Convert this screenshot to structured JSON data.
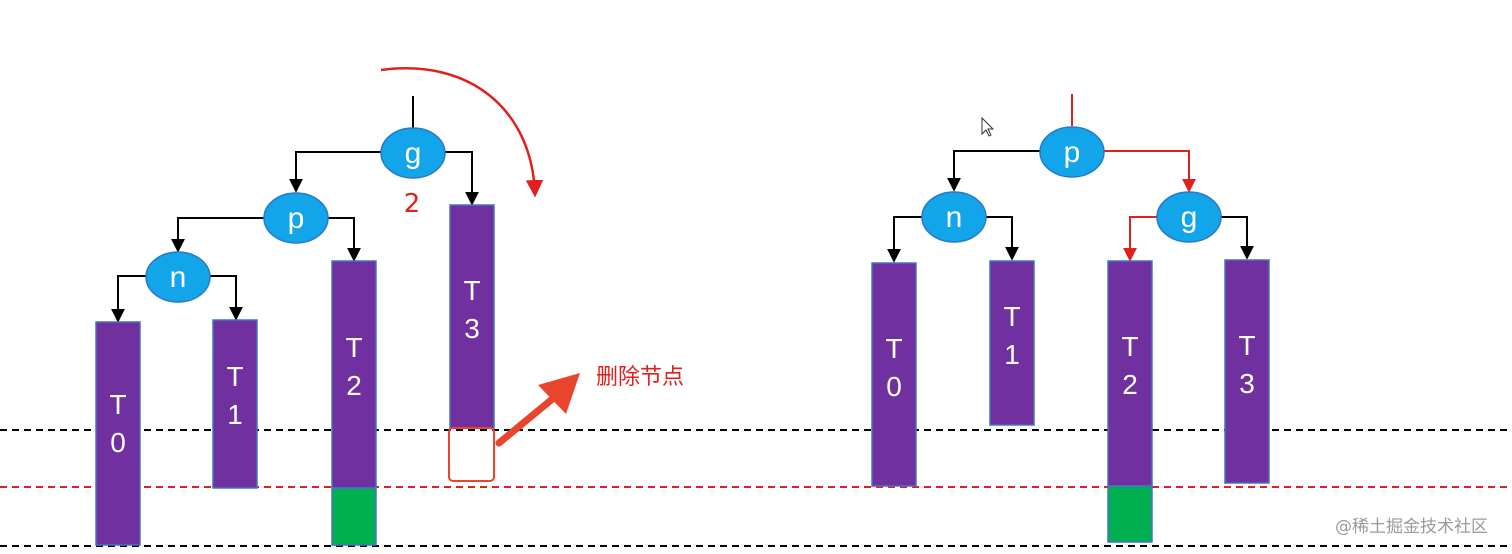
{
  "colors": {
    "node_fill": "#12a5ea",
    "node_stroke": "#2a78c8",
    "subtree_fill": "#7030a0",
    "subtree_stroke": "#4472c4",
    "extra_level_fill": "#00b050",
    "red": "#e0201a",
    "arrow_orange": "#e8442e",
    "black": "#000000"
  },
  "before": {
    "nodes": {
      "g": "g",
      "p": "p",
      "n": "n"
    },
    "subtrees": {
      "t0": "T\n0",
      "t1": "T\n1",
      "t2": "T\n2",
      "t3": "T\n3"
    },
    "rotation_label": "2",
    "delete_label": "删除节点"
  },
  "after": {
    "nodes": {
      "p": "p",
      "n": "n",
      "g": "g"
    },
    "subtrees": {
      "t0": "T\n0",
      "t1": "T\n1",
      "t2": "T\n2",
      "t3": "T\n3"
    }
  },
  "watermark": "@稀土掘金技术社区"
}
